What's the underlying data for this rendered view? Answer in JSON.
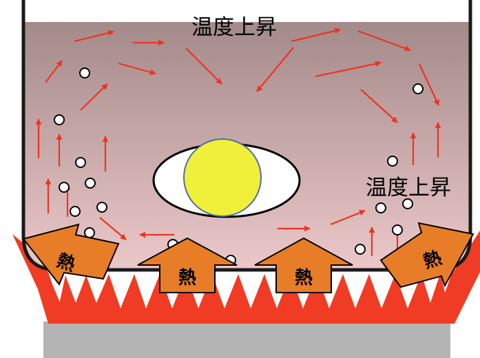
{
  "labels": {
    "temp_rise_top": "温度上昇",
    "temp_rise_right": "温度上昇",
    "heat_1": "熱",
    "heat_2": "熱",
    "heat_3": "熱",
    "heat_4": "熱"
  },
  "colors": {
    "flame": "#f03c24",
    "heat_arrow": "#e87d27",
    "water_top": "#a48a8a",
    "water_bottom": "#ecc8c9",
    "stove": "#b4b4b4",
    "convection_arrow": "#ee3322",
    "yolk": "#f0ef3a",
    "bubble_fill": "#ffffff"
  }
}
